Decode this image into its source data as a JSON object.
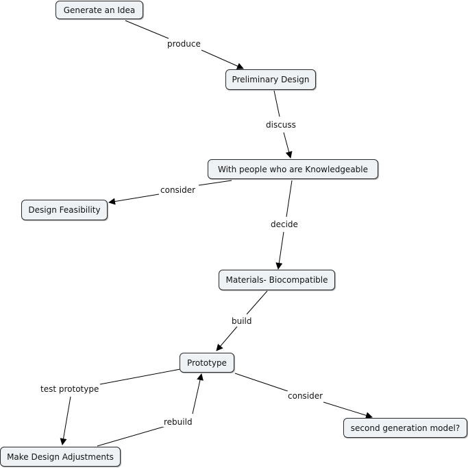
{
  "nodes": {
    "generate_idea": "Generate an Idea",
    "preliminary_design": "Preliminary Design",
    "knowledgeable_people": "With people who are Knowledgeable",
    "design_feasibility": "Design Feasibility",
    "materials": "Materials- Biocompatible",
    "prototype": "Prototype",
    "second_generation": "second generation model?",
    "design_adjustments": "Make Design Adjustments"
  },
  "links": {
    "produce": "produce",
    "discuss": "discuss",
    "consider_feasibility": "consider",
    "decide": "decide",
    "build": "build",
    "test_prototype": "test prototype",
    "consider_next": "consider",
    "rebuild": "rebuild"
  },
  "colors": {
    "node_fill": "#eef2f5",
    "line": "#000000"
  }
}
